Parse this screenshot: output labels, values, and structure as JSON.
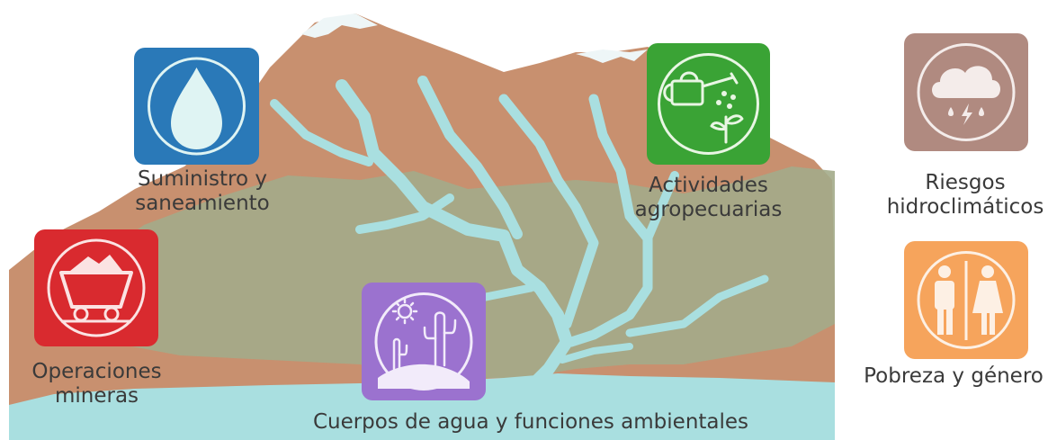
{
  "categories": {
    "supply": {
      "label_line1": "Suministro y",
      "label_line2": "saneamiento",
      "color": "#2a79b8",
      "icon": "water-drop-icon"
    },
    "agro": {
      "label_line1": "Actividades",
      "label_line2": "agropecuarias",
      "color": "#3aa335",
      "icon": "watering-can-icon"
    },
    "mining": {
      "label_line1": "Operaciones",
      "label_line2": "mineras",
      "color": "#d92a2f",
      "icon": "mine-cart-icon"
    },
    "water_bodies": {
      "label": "Cuerpos de agua y funciones ambientales",
      "color": "#9b72cf",
      "icon": "desert-cactus-icon"
    },
    "climate_risk": {
      "label_line1": "Riesgos",
      "label_line2": "hidroclimáticos",
      "color": "#b08a80",
      "icon": "storm-cloud-icon"
    },
    "poverty_gender": {
      "label": "Pobreza y género",
      "color": "#f6a45c",
      "icon": "man-woman-icon"
    }
  },
  "palette": {
    "mountain": "#c8906f",
    "valley": "#a3ab8a",
    "river": "#a9dfe0",
    "snow": "#eef6f7"
  }
}
